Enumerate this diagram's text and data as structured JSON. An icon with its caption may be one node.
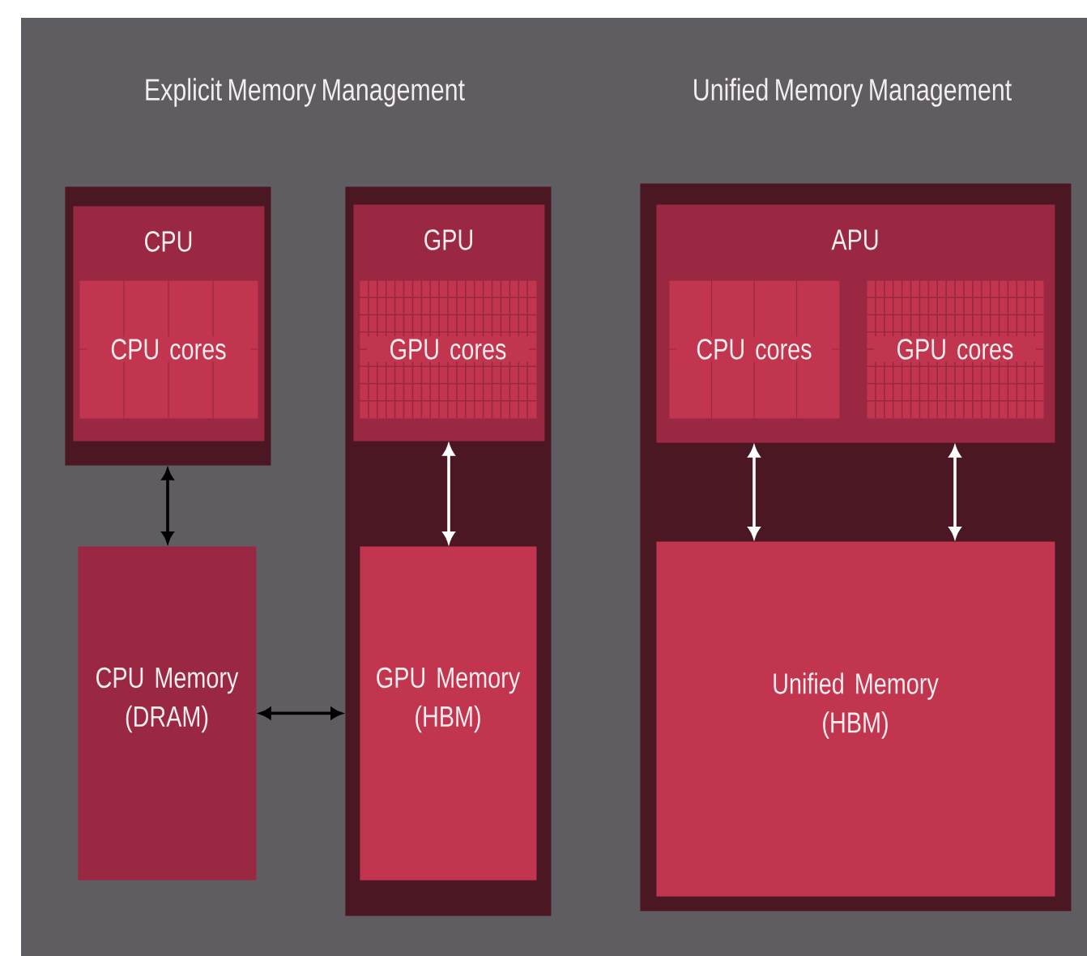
{
  "diagram": {
    "nodes": [
      {
        "text": [],
        "shape": "box"
      },
      {
        "text": [
          "CPU"
        ],
        "in": 0
      },
      {
        "text": [
          "CPU cores"
        ],
        "in": 1
      },
      {
        "text": [
          "CPU Memory (DRAM)"
        ]
      },
      {
        "text": [],
        "shape": "box"
      },
      {
        "text": [
          "GPU"
        ],
        "in": 4
      },
      {
        "text": [
          "GPU cores"
        ],
        "in": 5
      },
      {
        "text": [
          "GPU Memory (HBM)"
        ],
        "in": 4
      },
      {
        "text": [],
        "shape": "box"
      },
      {
        "text": [
          "APU"
        ],
        "in": 8
      },
      {
        "text": [
          "CPU cores"
        ],
        "in": 9
      },
      {
        "text": [
          "GPU cores"
        ],
        "in": 9
      },
      {
        "text": [
          "Unified Memory (HBM)"
        ],
        "in": 8
      }
    ],
    "edges": [
      {
        "from": 0,
        "to": 3,
        "arrow": "both",
        "color": "#000000"
      },
      {
        "from": 3,
        "to": 4,
        "arrow": "both",
        "color": "#000000"
      },
      {
        "from": 5,
        "to": 7,
        "arrow": "both"
      },
      {
        "from": 9,
        "to": 12,
        "arrow": "both"
      },
      {
        "from": 9,
        "to": 12,
        "arrow": "both"
      }
    ],
    "labels": [
      "Explicit Memory Management",
      "Unified Memory Management"
    ]
  }
}
